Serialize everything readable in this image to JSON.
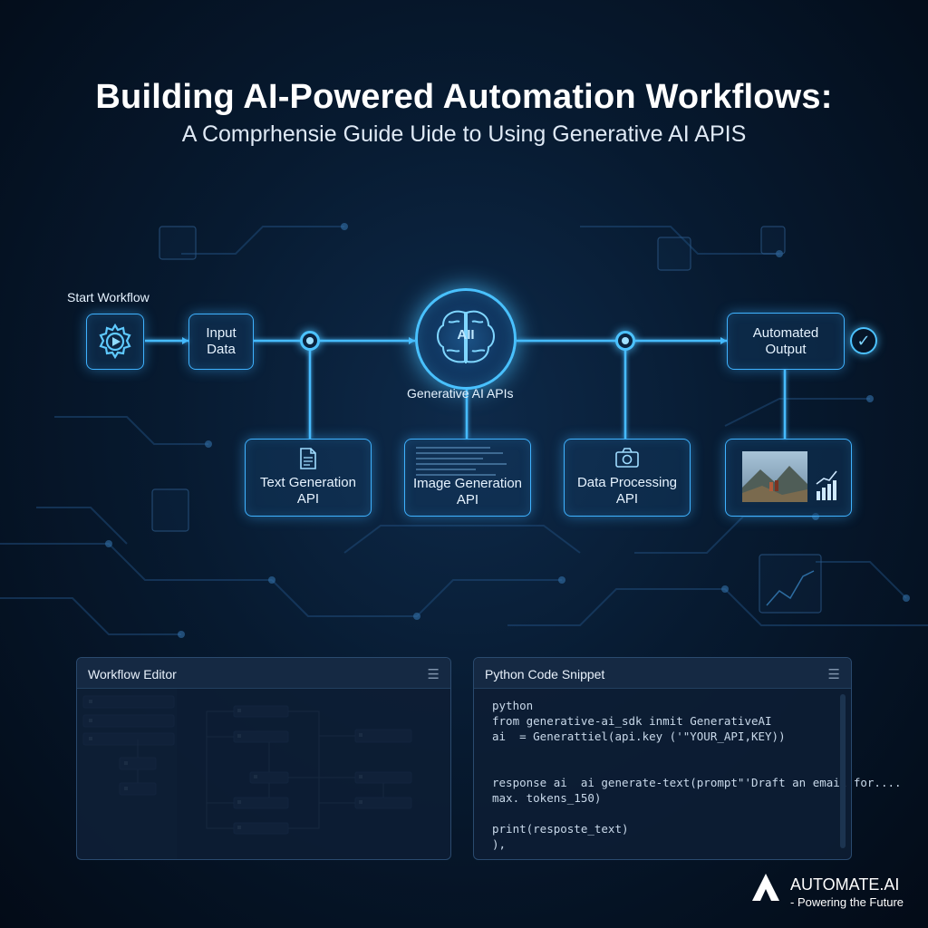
{
  "header": {
    "title": "Building AI-Powered Automation Workflows:",
    "subtitle": "A Comprhensie Guide  Uide to Using Generative AI APIS"
  },
  "diagram": {
    "start_label": "Start Workflow",
    "input_data": {
      "line1": "Input",
      "line2": "Data"
    },
    "ai_core": {
      "badge": "AII",
      "label": "Generative AI APIs"
    },
    "automated_output": {
      "line1": "Automated",
      "line2": "Output"
    },
    "api_nodes": [
      {
        "line1": "Text Generation",
        "line2": "API",
        "icon": "document-icon"
      },
      {
        "line1": "Image Generation",
        "line2": "API",
        "icon": "code-text-icon"
      },
      {
        "line1": "Data Processing",
        "line2": "API",
        "icon": "camera-icon"
      }
    ],
    "output_preview_icon": "landscape-photo-icon",
    "accent_color": "#3fb2ff"
  },
  "workflow_editor": {
    "title": "Workflow Editor",
    "menu_icon": "hamburger-menu-icon"
  },
  "code_snippet": {
    "title": "Python Code Snippet",
    "menu_icon": "hamburger-menu-icon",
    "lines": [
      "python",
      "from generative-ai_sdk inmit GenerativeAI",
      "ai  = Generattiel(api.key ('\"YOUR_API,KEY))",
      "",
      "",
      "response ai  ai generate-text(prompt\"'Draft an email for....",
      "max. tokens_150)",
      "",
      "print(resposte_text)",
      "),"
    ]
  },
  "brand": {
    "name": "AUTOMATE.AI",
    "tagline": "- Powering the Future"
  }
}
